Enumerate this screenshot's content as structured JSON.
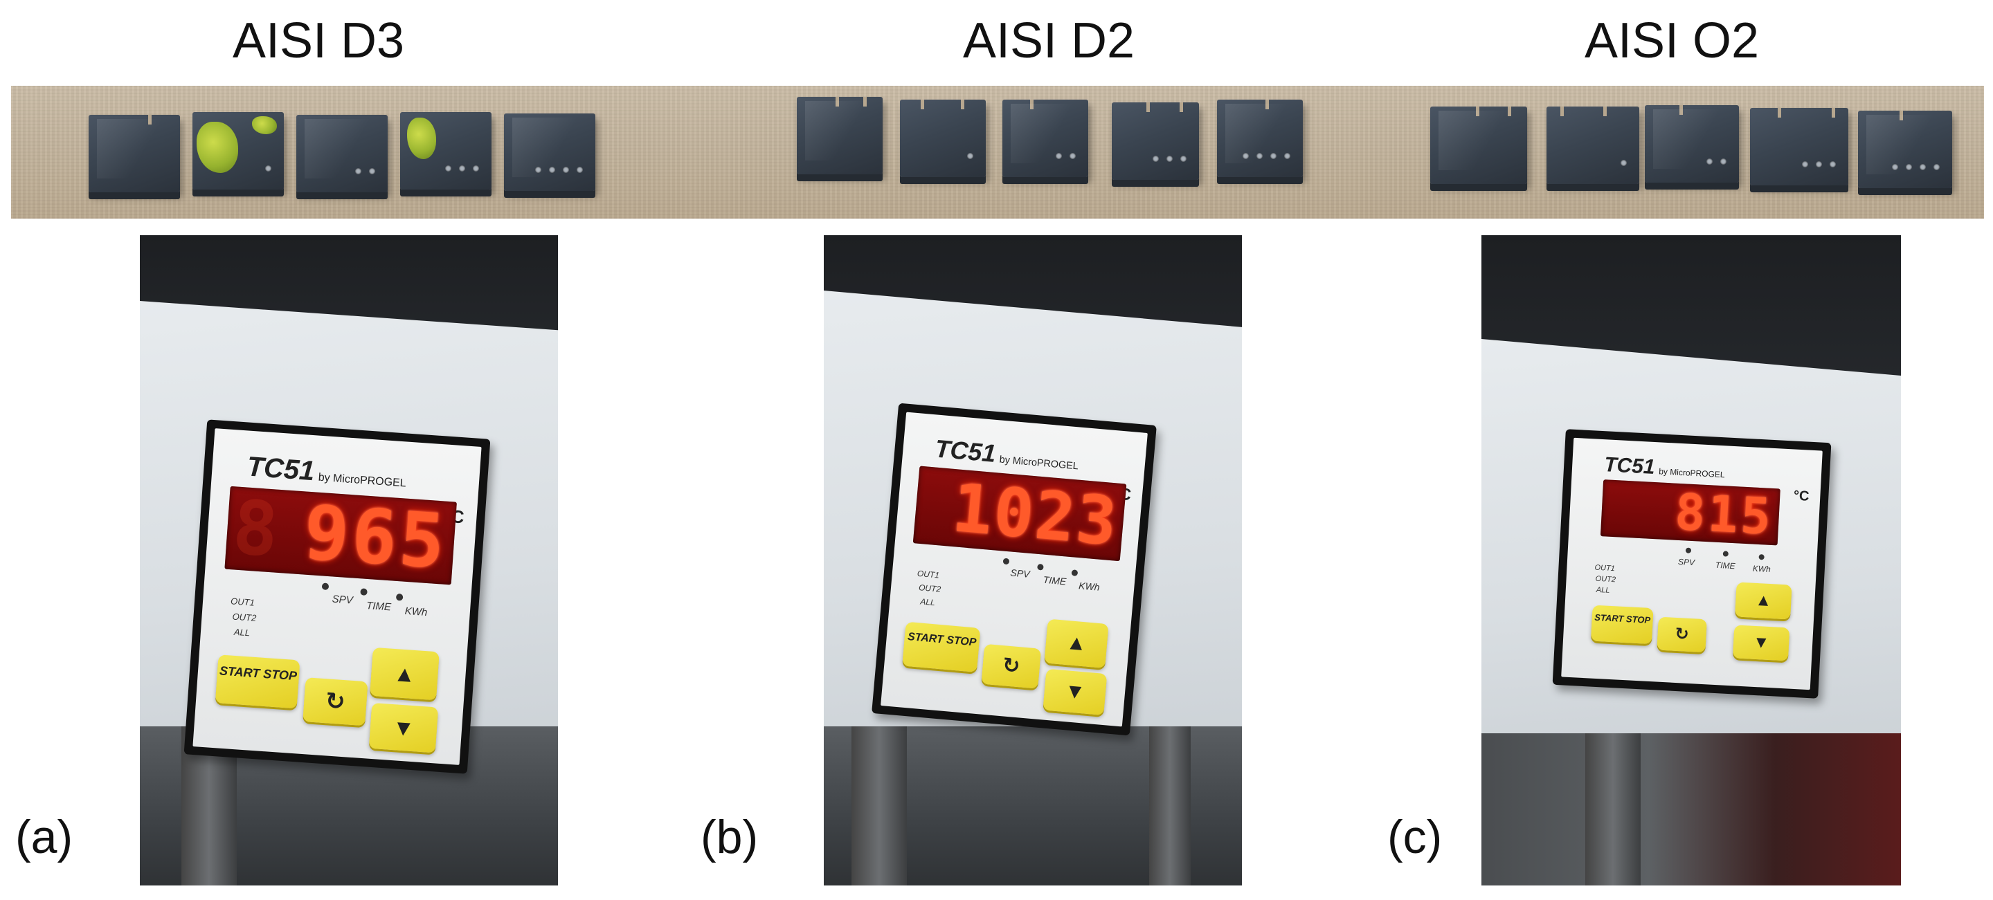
{
  "titles": [
    "AISI D3",
    "AISI D2",
    "AISI O2"
  ],
  "panel_labels": [
    "(a)",
    "(b)",
    "(c)"
  ],
  "controller": {
    "brand": "TC51",
    "brand_sub": "by MicroPROGEL",
    "unit": "°C",
    "readings": [
      "965",
      "1023",
      "815"
    ],
    "indicator_labels": [
      "SPV",
      "TIME",
      "KWh"
    ],
    "output_labels": [
      "OUT1",
      "OUT2",
      "ALL"
    ],
    "keys": {
      "start_stop": "START STOP",
      "up": "▲",
      "down": "▼",
      "cycle": "↻"
    }
  }
}
